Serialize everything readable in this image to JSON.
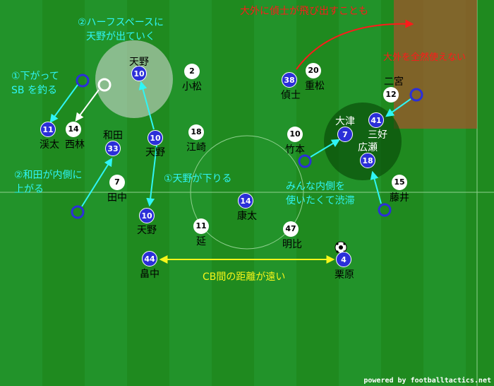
{
  "players": {
    "h10a": {
      "num": "10",
      "name": "天野"
    },
    "h10b": {
      "num": "10",
      "name": "天野"
    },
    "h10c": {
      "num": "10",
      "name": "天野"
    },
    "h11": {
      "num": "11",
      "name": "渓太"
    },
    "h33": {
      "num": "33",
      "name": "和田"
    },
    "h44": {
      "num": "44",
      "name": "畠中"
    },
    "h14": {
      "num": "14",
      "name": "康太"
    },
    "h4": {
      "num": "4",
      "name": "栗原"
    },
    "h38": {
      "num": "38",
      "name": "偵士"
    },
    "h7": {
      "num": "7",
      "name": "大津"
    },
    "h41": {
      "num": "41",
      "name": "三好"
    },
    "h18": {
      "num": "18",
      "name": "広瀬"
    },
    "a2": {
      "num": "2",
      "name": "小松"
    },
    "a14": {
      "num": "14",
      "name": "西林"
    },
    "a18": {
      "num": "18",
      "name": "江崎"
    },
    "a7": {
      "num": "7",
      "name": "田中"
    },
    "a11": {
      "num": "11",
      "name": "延"
    },
    "a47": {
      "num": "47",
      "name": "明比"
    },
    "a20": {
      "num": "20",
      "name": "重松"
    },
    "a12": {
      "num": "12",
      "name": "二宮"
    },
    "a10": {
      "num": "10",
      "name": "竹本"
    },
    "a15": {
      "num": "15",
      "name": "藤井"
    }
  },
  "notes": {
    "n1": "①下がって\nSB を釣る",
    "n2": "②ハーフスペースに\n天野が出ていく",
    "n3": "②和田が内側に\n上がる",
    "n4": "①天野が下りる",
    "n5": "みんな内側を\n使いたくて渋滞",
    "n6": "CB間の距離が遠い",
    "n7": "大外に偵士が飛び出すことも",
    "n8": "大外を全然使えない"
  },
  "credit": "powered by footballtactics.net",
  "colors": {
    "pitch": "#1f8a1f",
    "home": "#2b2fd8",
    "cyan": "#2ff5f5",
    "red": "#ff1a1a",
    "yellow": "#f6f61a"
  }
}
